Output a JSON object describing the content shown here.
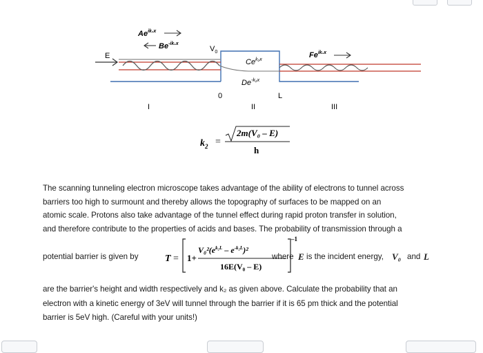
{
  "diagram": {
    "incident_wave": "Ae^{ik₁x}",
    "reflected_wave": "Be^{-ik₁x}",
    "barrier_height_label": "V₀",
    "energy_label": "E",
    "transmitted_barrier_wave": "Ce^{k₂x}",
    "decaying_barrier_wave": "De^{-k₂x}",
    "transmitted_wave": "Fe^{ik₁x}",
    "position_zero": "0",
    "position_L": "L",
    "region_1": "I",
    "region_2": "II",
    "region_3": "III"
  },
  "k2_formula": {
    "lhs": "k",
    "lhs_sub": "2",
    "numerator": "2m(V₀ – E)",
    "denominator": "h"
  },
  "paragraph1": [
    "The scanning tunneling electron microscope takes advantage of the ability of electrons to tunnel across",
    "barriers too high to surmount and thereby allows the topography of surfaces to be mapped on an",
    "atomic scale.  Protons also take advantage of the tunnel effect during rapid proton transfer in solution,",
    "and therefore contribute to the properties of acids and bases.  The probability of transmission through a"
  ],
  "eq_prefix": "potential barrier is given by",
  "eq_suffix_1": "where",
  "eq_suffix_E": "E",
  "eq_suffix_2": "is the incident energy,",
  "eq_suffix_V": "V₀",
  "eq_suffix_3": "and",
  "eq_suffix_L": "L",
  "T_formula": {
    "T": "T",
    "one": "1+",
    "numerator": "V₀²(e^{k₂L} – e^{-k₂L})²",
    "denominator": "16E(V₀ – E)",
    "exponent": "–1"
  },
  "paragraph2": [
    "are the barrier's height and width respectively and k₂ as given above.  Calculate the probability that an",
    "electron with a kinetic energy of 3eV will tunnel through the barrier if it is 65 pm thick and the potential",
    "barrier is 5eV high. (Careful with your units!)"
  ],
  "colors": {
    "barrier_line": "#3f6fb0",
    "wave_red": "#c0392b",
    "dark_line": "#555555"
  }
}
